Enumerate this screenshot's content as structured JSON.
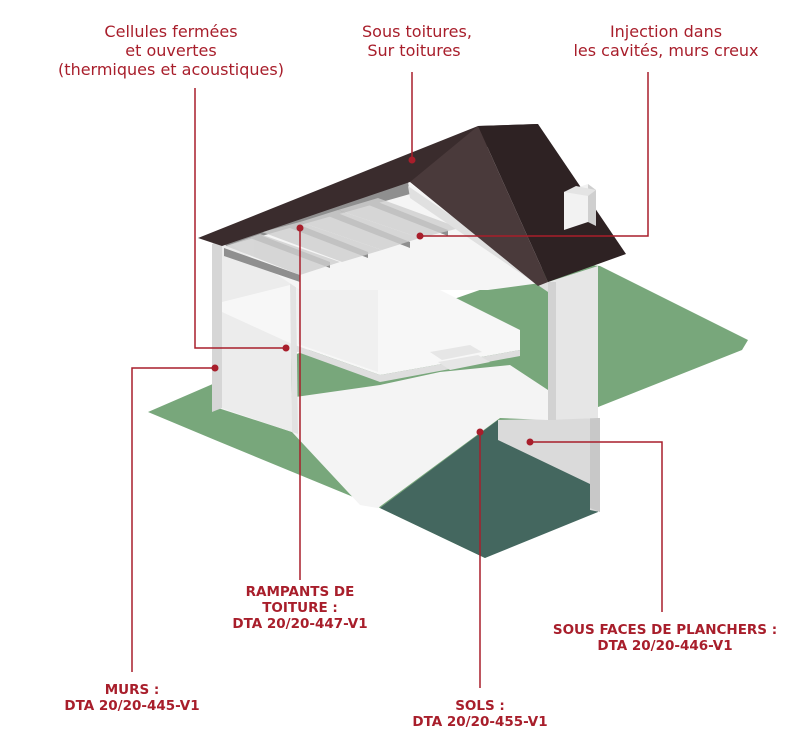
{
  "colors": {
    "accent": "#a81e2b",
    "roof": "#3a2c2d",
    "lawn": "#78a77b",
    "basement": "#44675f",
    "wall": "#efefef"
  },
  "labels": {
    "cellules": [
      "Cellules fermées",
      "et ouvertes",
      "(thermiques et acoustiques)"
    ],
    "toitures": [
      "Sous toitures,",
      "Sur toitures"
    ],
    "injection": [
      "Injection dans",
      "les cavités, murs creux"
    ],
    "rampants": [
      "RAMPANTS DE",
      "TOITURE :",
      "DTA 20/20-447-V1"
    ],
    "planchers": [
      "SOUS FACES DE PLANCHERS :",
      "DTA 20/20-446-V1"
    ],
    "murs": [
      "MURS :",
      "DTA 20/20-445-V1"
    ],
    "sols": [
      "SOLS :",
      "DTA 20/20-455-V1"
    ]
  }
}
